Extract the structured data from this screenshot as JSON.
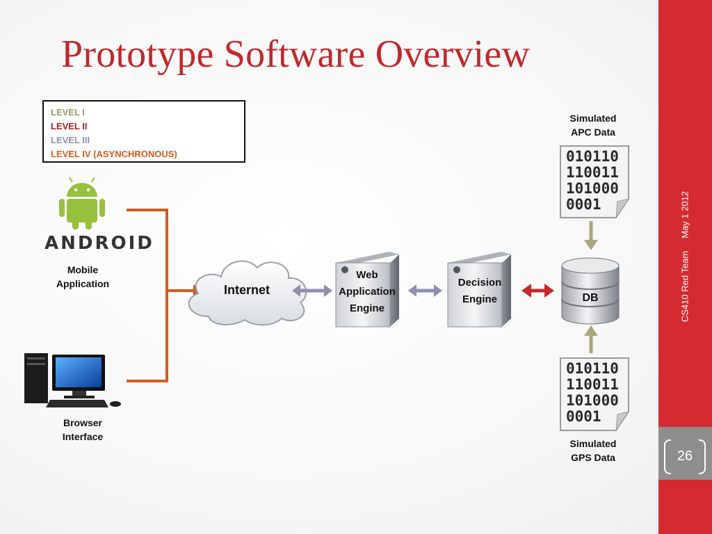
{
  "slide": {
    "title": "Prototype Software Overview",
    "footer": "CS410 Red Team",
    "date": "May 1 2012",
    "page_number": "26"
  },
  "legend": {
    "items": [
      {
        "label": "LEVEL I",
        "color": "#9a9a6a"
      },
      {
        "label": "LEVEL II",
        "color": "#b71c1c"
      },
      {
        "label": "LEVEL III",
        "color": "#8f8fb0"
      },
      {
        "label": "LEVEL IV (ASYNCHRONOUS)",
        "color": "#d35a20"
      }
    ]
  },
  "nodes": {
    "mobile": {
      "icon": "android-icon",
      "brand": "ANDROID",
      "label_line1": "Mobile",
      "label_line2": "Application"
    },
    "browser": {
      "icon": "desktop-computer-icon",
      "label_line1": "Browser",
      "label_line2": "Interface"
    },
    "internet": {
      "icon": "cloud-icon",
      "label": "Internet"
    },
    "web_engine": {
      "icon": "server-icon",
      "label_line1": "Web",
      "label_line2": "Application",
      "label_line3": "Engine"
    },
    "decision_engine": {
      "icon": "server-icon",
      "label_line1": "Decision",
      "label_line2": "Engine"
    },
    "db": {
      "icon": "database-icon",
      "label": "DB"
    },
    "apc_data": {
      "icon": "binary-file-icon",
      "label_line1": "Simulated",
      "label_line2": "APC Data",
      "binary": "010110\n110011\n101000\n0001"
    },
    "gps_data": {
      "icon": "binary-file-icon",
      "label_line1": "Simulated",
      "label_line2": "GPS Data",
      "binary": "010110\n110011\n101000\n0001"
    }
  },
  "connections": [
    {
      "from": "mobile",
      "to": "internet",
      "level": "LEVEL IV (ASYNCHRONOUS)"
    },
    {
      "from": "browser",
      "to": "internet",
      "level": "LEVEL IV (ASYNCHRONOUS)"
    },
    {
      "from": "internet",
      "to": "web_engine",
      "level": "LEVEL III"
    },
    {
      "from": "web_engine",
      "to": "decision_engine",
      "level": "LEVEL III"
    },
    {
      "from": "decision_engine",
      "to": "db",
      "level": "LEVEL II"
    },
    {
      "from": "apc_data",
      "to": "db",
      "level": "LEVEL I"
    },
    {
      "from": "gps_data",
      "to": "db",
      "level": "LEVEL I"
    }
  ]
}
